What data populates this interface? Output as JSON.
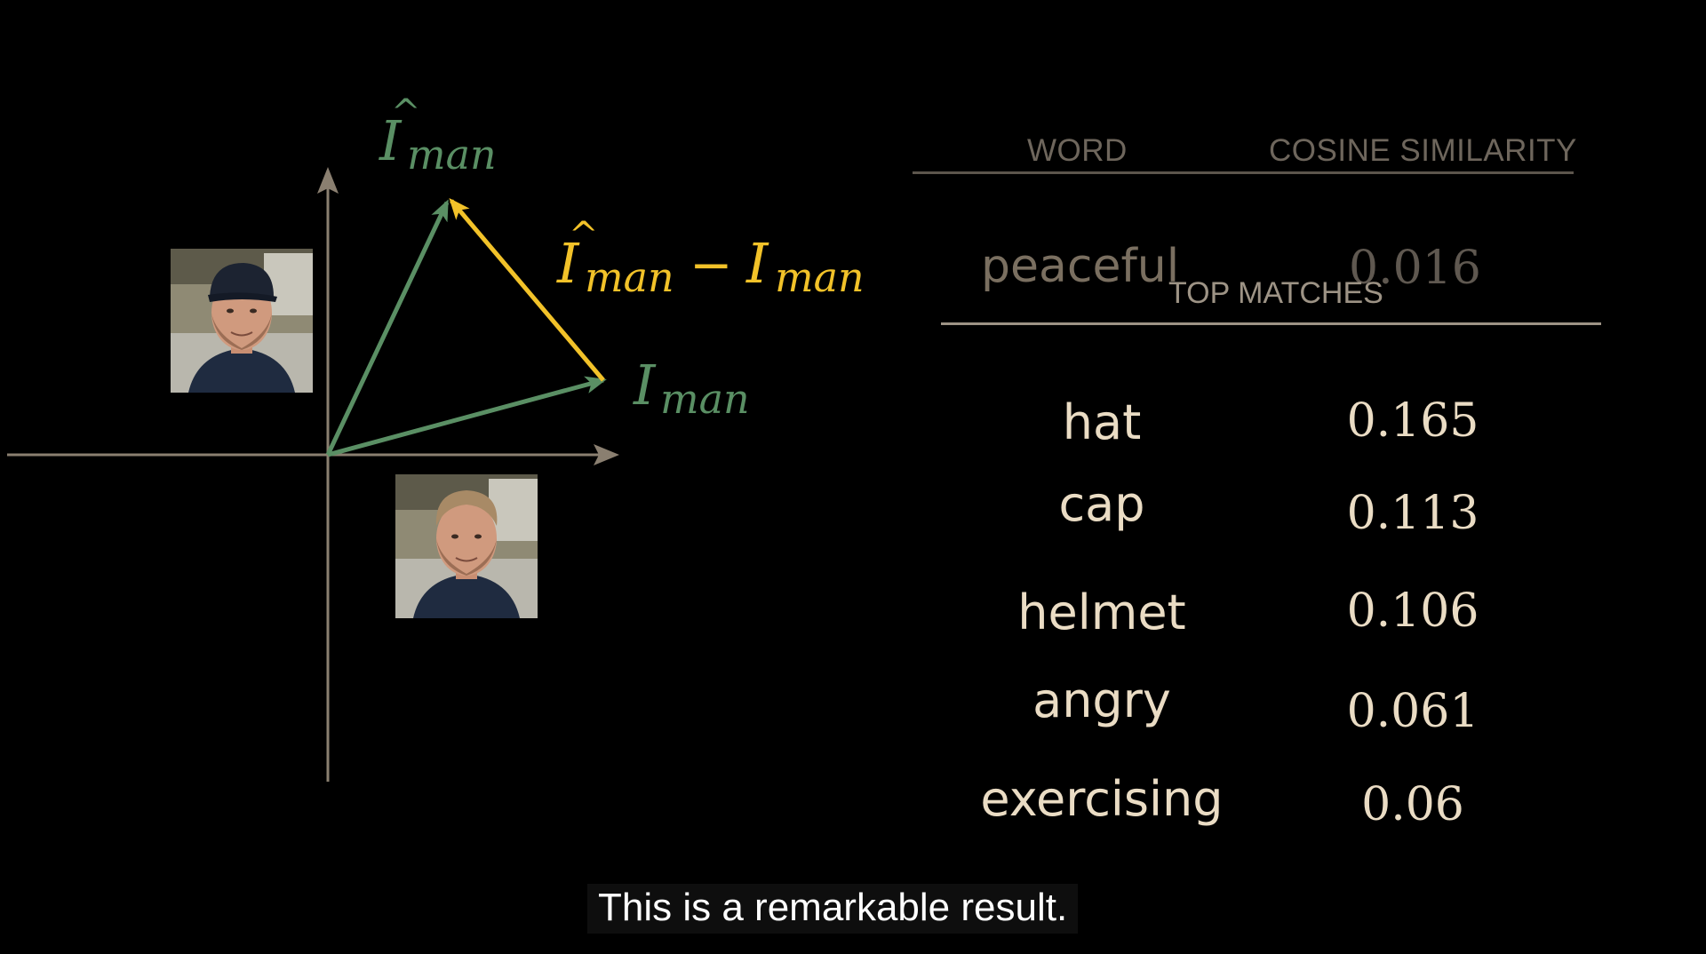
{
  "diagram": {
    "labels": {
      "i_hat_base": "I",
      "i_hat_hat": "^",
      "i_hat_sub": "man",
      "diff_left_base": "I",
      "diff_left_hat": "^",
      "diff_left_sub": "man",
      "diff_minus": "−",
      "diff_right_base": "I",
      "diff_right_sub": "man",
      "i_base": "I",
      "i_sub": "man"
    },
    "colors": {
      "axis": "#8a7f70",
      "green_vector": "#5a8f64",
      "yellow_vector": "#f2c229"
    },
    "photos": [
      {
        "subject": "man-with-cap",
        "has_cap": true
      },
      {
        "subject": "man-without-cap",
        "has_cap": false
      }
    ]
  },
  "table": {
    "ghost_headers": {
      "word": "WORD",
      "score": "COSINE SIMILARITY"
    },
    "ghost_row": {
      "word": "peaceful",
      "value": "0.016"
    },
    "title": "TOP MATCHES",
    "rows": [
      {
        "word": "hat",
        "value": "0.165"
      },
      {
        "word": "cap",
        "value": "0.113"
      },
      {
        "word": "helmet",
        "value": "0.106"
      },
      {
        "word": "angry",
        "value": "0.061"
      },
      {
        "word": "exercising",
        "value": "0.06"
      }
    ]
  },
  "caption": "This is a remarkable result."
}
